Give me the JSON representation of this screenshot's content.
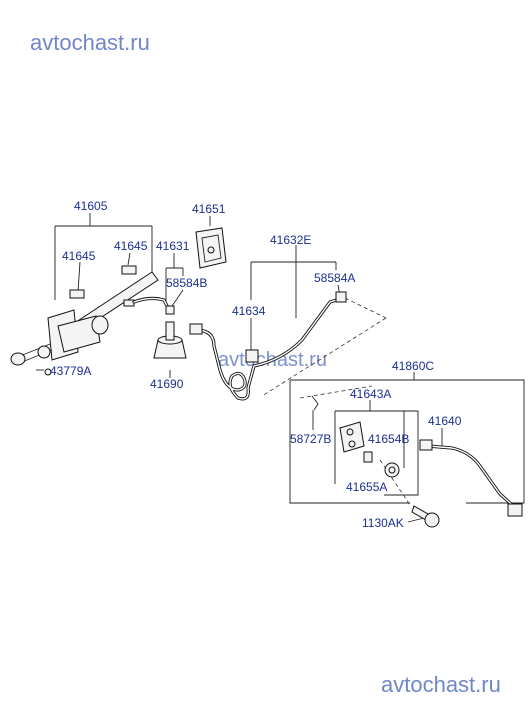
{
  "watermarks": {
    "top": "avtochast.ru",
    "middle": "avtochast.ru",
    "bottom": "avtochast.ru"
  },
  "labels": {
    "p41605": "41605",
    "p41645a": "41645",
    "p41645b": "41645",
    "p43779a": "43779A",
    "p41651": "41651",
    "p41631": "41631",
    "p58584b": "58584B",
    "p41690": "41690",
    "p41632e": "41632E",
    "p58584a": "58584A",
    "p41634": "41634",
    "p41860c": "41860C",
    "p41643a": "41643A",
    "p41640": "41640",
    "p58727b": "58727B",
    "p41654b": "41654B",
    "p41655a": "41655A",
    "p1130ak": "1130AK"
  },
  "colors": {
    "label": "#1b2f8f",
    "watermark": "#6f86c9",
    "line": "#222222"
  }
}
